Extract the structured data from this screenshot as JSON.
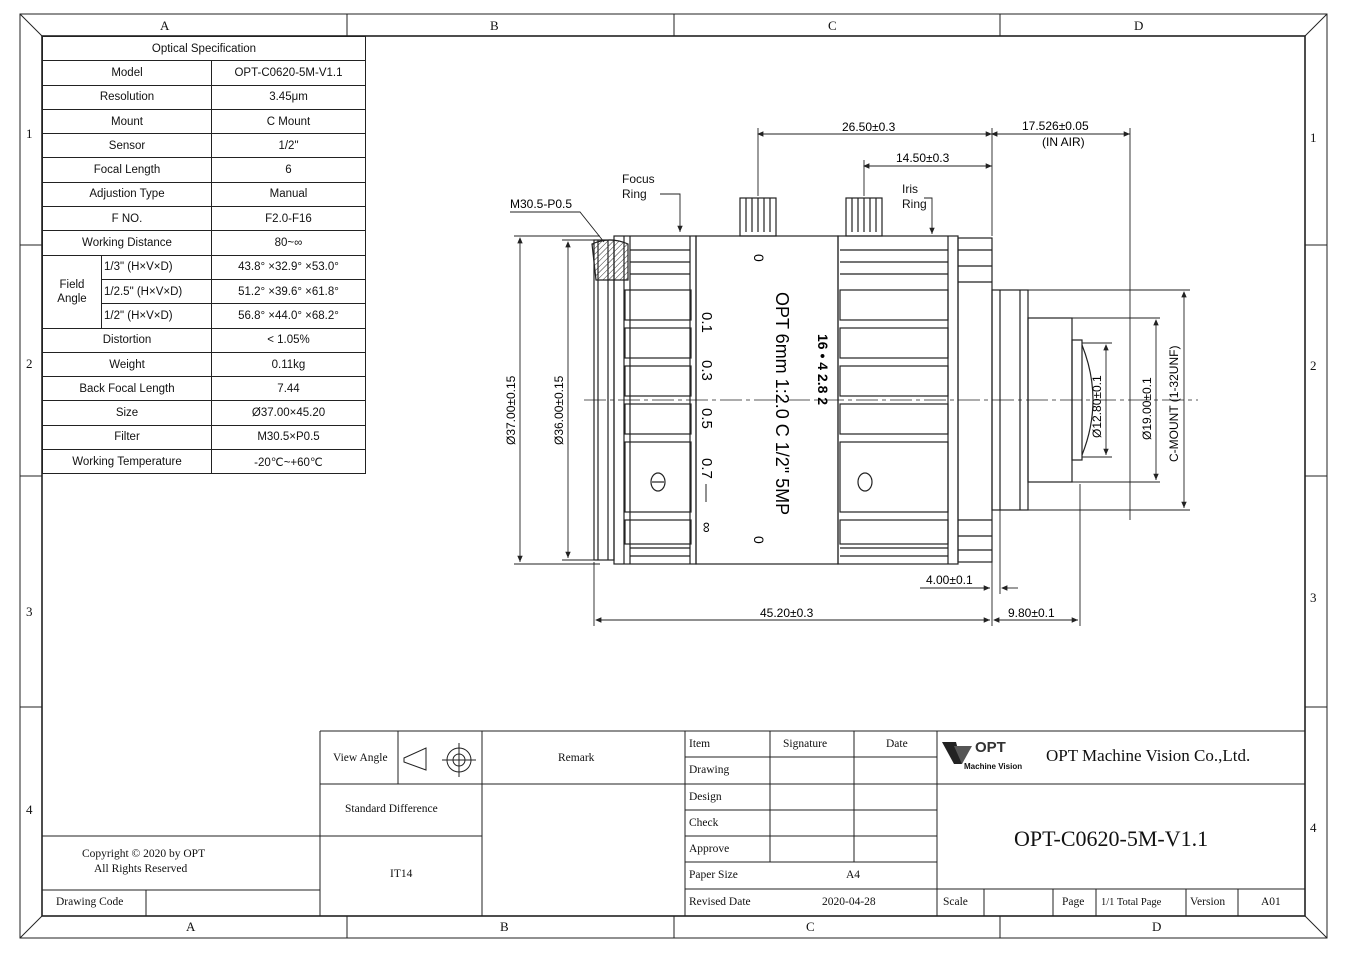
{
  "border": {
    "columns": [
      "A",
      "B",
      "C",
      "D"
    ],
    "rows": [
      "1",
      "2",
      "3",
      "4"
    ]
  },
  "spec_table": {
    "title": "Optical Specification",
    "rows_before": [
      {
        "label": "Model",
        "value": "OPT-C0620-5M-V1.1"
      },
      {
        "label": "Resolution",
        "value": "3.45μm"
      },
      {
        "label": "Mount",
        "value": "C Mount"
      },
      {
        "label": "Sensor",
        "value": "1/2\""
      },
      {
        "label": "Focal Length",
        "value": "6"
      },
      {
        "label": "Adjustion Type",
        "value": "Manual"
      },
      {
        "label": "F NO.",
        "value": "F2.0-F16"
      },
      {
        "label": "Working Distance",
        "value": "80~∞"
      }
    ],
    "field_angle": {
      "label": "Field Angle",
      "rows": [
        {
          "sensor": "1/3\" (H×V×D)",
          "value": "43.8° ×32.9° ×53.0°"
        },
        {
          "sensor": "1/2.5\" (H×V×D)",
          "value": "51.2° ×39.6° ×61.8°"
        },
        {
          "sensor": "1/2\" (H×V×D)",
          "value": "56.8° ×44.0° ×68.2°"
        }
      ]
    },
    "rows_after": [
      {
        "label": "Distortion",
        "value": "< 1.05%"
      },
      {
        "label": "Weight",
        "value": "0.11kg"
      },
      {
        "label": "Back Focal Length",
        "value": "7.44"
      },
      {
        "label": "Size",
        "value": "Ø37.00×45.20"
      },
      {
        "label": "Filter",
        "value": "M30.5×P0.5"
      },
      {
        "label": "Working Temperature",
        "value": "-20℃~+60℃"
      }
    ]
  },
  "drawing": {
    "focus_ring_label": "Focus Ring",
    "iris_ring_label": "Iris Ring",
    "thread_label": "M30.5-P0.5",
    "dims": {
      "d1": "26.50±0.3",
      "d2": "14.50±0.3",
      "d3": "17.526±0.05",
      "d3_note": "(IN AIR)",
      "d4": "4.00±0.1",
      "d5": "45.20±0.3",
      "d6": "9.80±0.1",
      "dia37": "Ø37.00±0.15",
      "dia36": "Ø36.00±0.15",
      "dia12": "Ø12.80±0.1",
      "dia19": "Ø19.00±0.1",
      "cmount": "C-MOUNT (1-32UNF)"
    },
    "barrel_text": "OPT 6mm 1:2.0 C 1/2\" 5MP",
    "iris_scale": "16 • 4 2.8 2",
    "distance_scale": [
      "0.1",
      "0.3",
      "0.5",
      "0.7",
      "∞"
    ],
    "zero_marks": [
      "0",
      "0"
    ]
  },
  "title_block": {
    "view_angle": "View Angle",
    "remark": "Remark",
    "standard_difference": "Standard Difference",
    "tolerance": "IT14",
    "copyright_line1": "Copyright © 2020 by OPT",
    "copyright_line2": "All Rights Reserved",
    "drawing_code": "Drawing Code",
    "item": "Item",
    "signature": "Signature",
    "date": "Date",
    "drawing": "Drawing",
    "design": "Design",
    "check": "Check",
    "approve": "Approve",
    "paper_size_label": "Paper Size",
    "paper_size": "A4",
    "revised_date_label": "Revised Date",
    "revised_date": "2020-04-28",
    "logo_text": "OPT",
    "logo_sub": "Machine Vision",
    "company": "OPT Machine Vision Co.,Ltd.",
    "part_number": "OPT-C0620-5M-V1.1",
    "scale": "Scale",
    "page": "Page",
    "total_page": "1/1 Total Page",
    "version_label": "Version",
    "version": "A01"
  }
}
